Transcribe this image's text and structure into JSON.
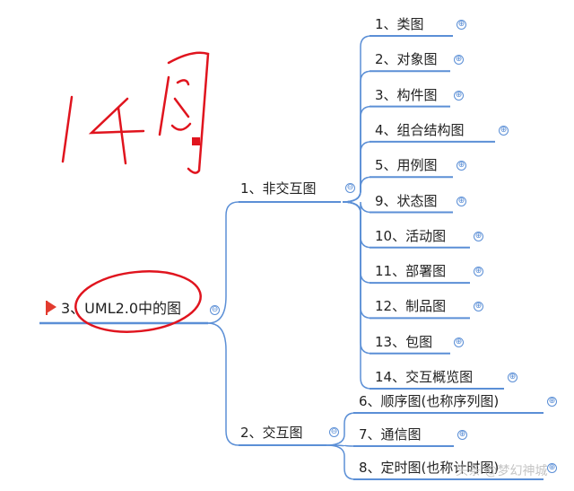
{
  "root": {
    "label": "3、UML2.0中的图",
    "toggle": "⊖"
  },
  "branches": [
    {
      "label": "1、非交互图",
      "toggle": "⊖",
      "children": [
        {
          "label": "1、类图",
          "toggle": "⊕"
        },
        {
          "label": "2、对象图",
          "toggle": "⊕"
        },
        {
          "label": "3、构件图",
          "toggle": "⊕"
        },
        {
          "label": "4、组合结构图",
          "toggle": "⊕"
        },
        {
          "label": "5、用例图",
          "toggle": "⊕"
        },
        {
          "label": "9、状态图",
          "toggle": "⊕"
        },
        {
          "label": "10、活动图",
          "toggle": "⊕"
        },
        {
          "label": "11、部署图",
          "toggle": "⊕"
        },
        {
          "label": "12、制品图",
          "toggle": "⊕"
        },
        {
          "label": "13、包图",
          "toggle": "⊕"
        },
        {
          "label": "14、交互概览图",
          "toggle": "⊕"
        }
      ]
    },
    {
      "label": "2、交互图",
      "toggle": "⊖",
      "children": [
        {
          "label": "6、顺序图(也称序列图)",
          "toggle": "⊕"
        },
        {
          "label": "7、通信图",
          "toggle": "⊕"
        },
        {
          "label": "8、定时图(也称计时图)",
          "toggle": "⊕"
        }
      ]
    }
  ],
  "annotation": {
    "handwriting": "14图"
  },
  "watermark": "头条 @梦幻神城",
  "colors": {
    "branch_line": "#5b8fd6",
    "ink": "#e0141e",
    "flag": "#e23b2f"
  }
}
